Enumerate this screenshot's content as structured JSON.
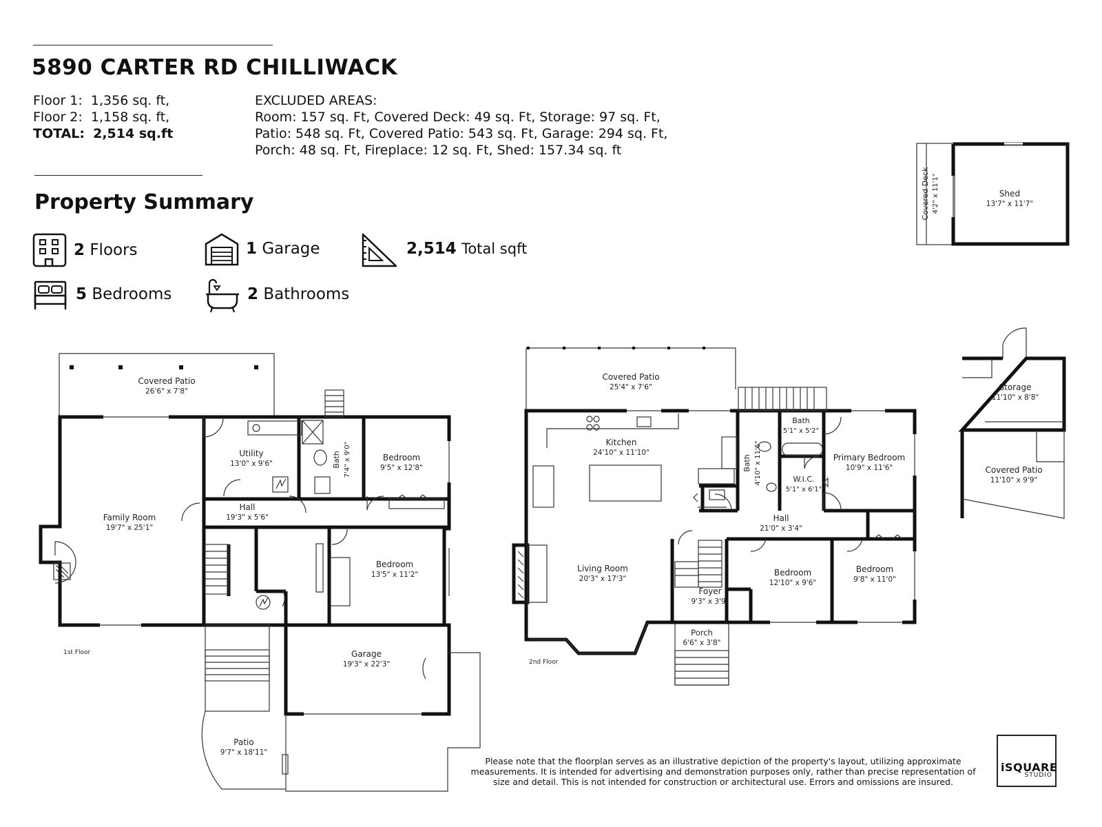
{
  "header": {
    "address": "5890 CARTER RD CHILLIWACK",
    "floor1_label": "Floor 1:",
    "floor1_value": "1,356 sq. ft,",
    "floor2_label": "Floor 2:",
    "floor2_value": "1,158 sq. ft,",
    "total_label": "TOTAL:",
    "total_value": "2,514 sq.ft",
    "excluded_title": "EXCLUDED AREAS:",
    "excluded_lines": [
      "Room: 157 sq. Ft, Covered Deck: 49 sq. Ft, Storage: 97 sq. Ft,",
      "Patio: 548 sq. Ft, Covered Patio: 543 sq. Ft, Garage: 294 sq. Ft,",
      "Porch: 48 sq. Ft, Fireplace: 12 sq. Ft, Shed: 157.34 sq. ft"
    ]
  },
  "summary": {
    "title": "Property Summary",
    "floors_value": "2",
    "floors_label": "Floors",
    "garage_value": "1",
    "garage_label": "Garage",
    "sqft_value": "2,514",
    "sqft_label": "Total sqft",
    "bedrooms_value": "5",
    "bedrooms_label": "Bedrooms",
    "bathrooms_value": "2",
    "bathrooms_label": "Bathrooms",
    "icons": [
      "building-icon",
      "garage-icon",
      "set-square-icon",
      "bed-icon",
      "bathtub-icon"
    ]
  },
  "floor1": {
    "label": "1st Floor",
    "rooms": [
      {
        "name": "Covered Patio",
        "dims": "26'6\" x 7'8\""
      },
      {
        "name": "Utility",
        "dims": "13'0\" x 9'6\""
      },
      {
        "name": "Bath",
        "dims": "7'4\" x 9'0\""
      },
      {
        "name": "Bedroom",
        "dims": "9'5\" x 12'8\""
      },
      {
        "name": "Family Room",
        "dims": "19'7\" x 25'1\""
      },
      {
        "name": "Hall",
        "dims": "19'3\" x 5'6\""
      },
      {
        "name": "Bedroom",
        "dims": "13'5\" x 11'2\""
      },
      {
        "name": "Garage",
        "dims": "19'3\" x 22'3\""
      },
      {
        "name": "Patio",
        "dims": "9'7\" x 18'11\""
      }
    ]
  },
  "floor2": {
    "label": "2nd Floor",
    "rooms": [
      {
        "name": "Covered Patio",
        "dims": "25'4\" x 7'6\""
      },
      {
        "name": "Kitchen",
        "dims": "24'10\" x 11'10\""
      },
      {
        "name": "Bath",
        "dims": "5'1\" x 5'2\""
      },
      {
        "name": "Bath",
        "dims": "4'10\" x 11'6\""
      },
      {
        "name": "Primary Bedroom",
        "dims": "10'9\" x 11'6\""
      },
      {
        "name": "W.I.C.",
        "dims": "5'1\" x 6'1\""
      },
      {
        "name": "Hall",
        "dims": "21'0\" x 3'4\""
      },
      {
        "name": "Living Room",
        "dims": "20'3\" x 17'3\""
      },
      {
        "name": "Foyer",
        "dims": "9'3\" x 3'9\""
      },
      {
        "name": "Bedroom",
        "dims": "12'10\" x 9'6\""
      },
      {
        "name": "Bedroom",
        "dims": "9'8\" x 11'0\""
      },
      {
        "name": "Porch",
        "dims": "6'6\" x 3'8\""
      }
    ]
  },
  "outbuildings": {
    "covered_deck": {
      "name": "Covered Deck",
      "dims": "4'2\" x 11'1\""
    },
    "shed": {
      "name": "Shed",
      "dims": "13'7\" x 11'7\""
    },
    "storage": {
      "name": "Storage",
      "dims": "11'10\" x 8'8\""
    },
    "covered_patio": {
      "name": "Covered Patio",
      "dims": "11'10\" x 9'9\""
    }
  },
  "disclaimer": "Please note that the floorplan serves as an illustrative depiction of the property's layout, utilizing approximate measurements.  It is intended for advertising and demonstration purposes only, rather than precise representation of size and detail. This is not intended for construction or architectural use. Errors and omissions are insured.",
  "logo": {
    "line1": "iSQUARE",
    "line2": "STUDIO"
  }
}
